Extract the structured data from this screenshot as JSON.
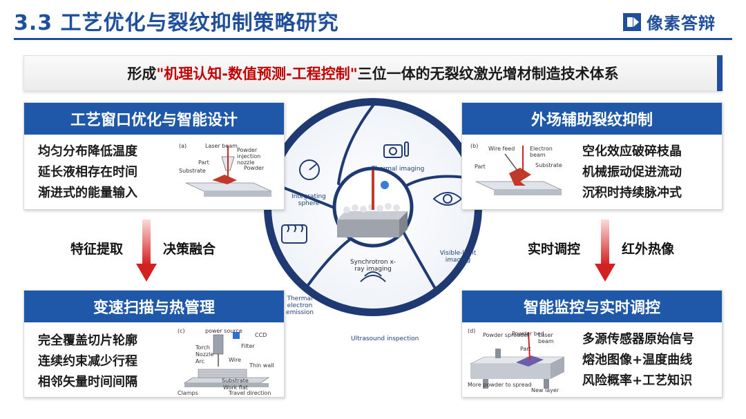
{
  "header": {
    "title": "3.3 工艺优化与裂纹抑制策略研究",
    "logo_text": "像素答辩"
  },
  "banner": {
    "prefix": "形成",
    "highlight": "\"机理认知-数值预测-工程控制\"",
    "suffix": "三位一体的无裂纹激光增材制造技术体系"
  },
  "panels": {
    "top_left": {
      "title": "工艺窗口优化与智能设计",
      "lines": [
        "均匀分布降低温度",
        "延长液相存在时间",
        "渐进式的能量输入"
      ],
      "figure": {
        "tag": "(a)",
        "labels": [
          "Laser beam",
          "Powder injection nozzle",
          "Part",
          "Substrate",
          "Powder"
        ]
      }
    },
    "top_right": {
      "title": "外场辅助裂纹抑制",
      "lines": [
        "空化效应破碎枝晶",
        "机械振动促进流动",
        "沉积时持续脉冲式"
      ],
      "figure": {
        "tag": "(b)",
        "labels": [
          "Wire feed",
          "Electron beam",
          "Part",
          "Substrate"
        ]
      }
    },
    "bottom_left": {
      "title": "变速扫描与热管理",
      "lines": [
        "完全覆盖切片轮廓",
        "连续约束减少行程",
        "相邻矢量时间间隔"
      ],
      "figure": {
        "tag": "(c)",
        "labels": [
          "power source",
          "CCD",
          "Torch",
          "Filter",
          "Nozzle",
          "Wire",
          "Arc",
          "Thin wall",
          "Substrate",
          "Work flat",
          "Clamps",
          "Travel direction"
        ]
      }
    },
    "bottom_right": {
      "title": "智能监控与实时调控",
      "lines": [
        "多源传感器原始信号",
        "熔池图像+温度曲线",
        "风险概率+工艺知识"
      ],
      "figure": {
        "tag": "(d)",
        "labels": [
          "Powder spreader",
          "Powder bed",
          "Laser beam",
          "Part",
          "More powder to spread",
          "New layer"
        ]
      }
    }
  },
  "flow": {
    "left_a": "特征提取",
    "left_b": "决策融合",
    "right_a": "实时调控",
    "right_b": "红外热像"
  },
  "hub": {
    "segments": [
      "Integrating sphere",
      "Thermal imaging",
      "Visible-light imaging",
      "Ultrasound inspection",
      "Thermal electron emission"
    ],
    "center": "Synchrotron x-ray imaging"
  },
  "colors": {
    "primary": "#1f58a8",
    "title": "#1f4e9a",
    "accent_red": "#c00000",
    "arrow_red": "#d32020"
  }
}
